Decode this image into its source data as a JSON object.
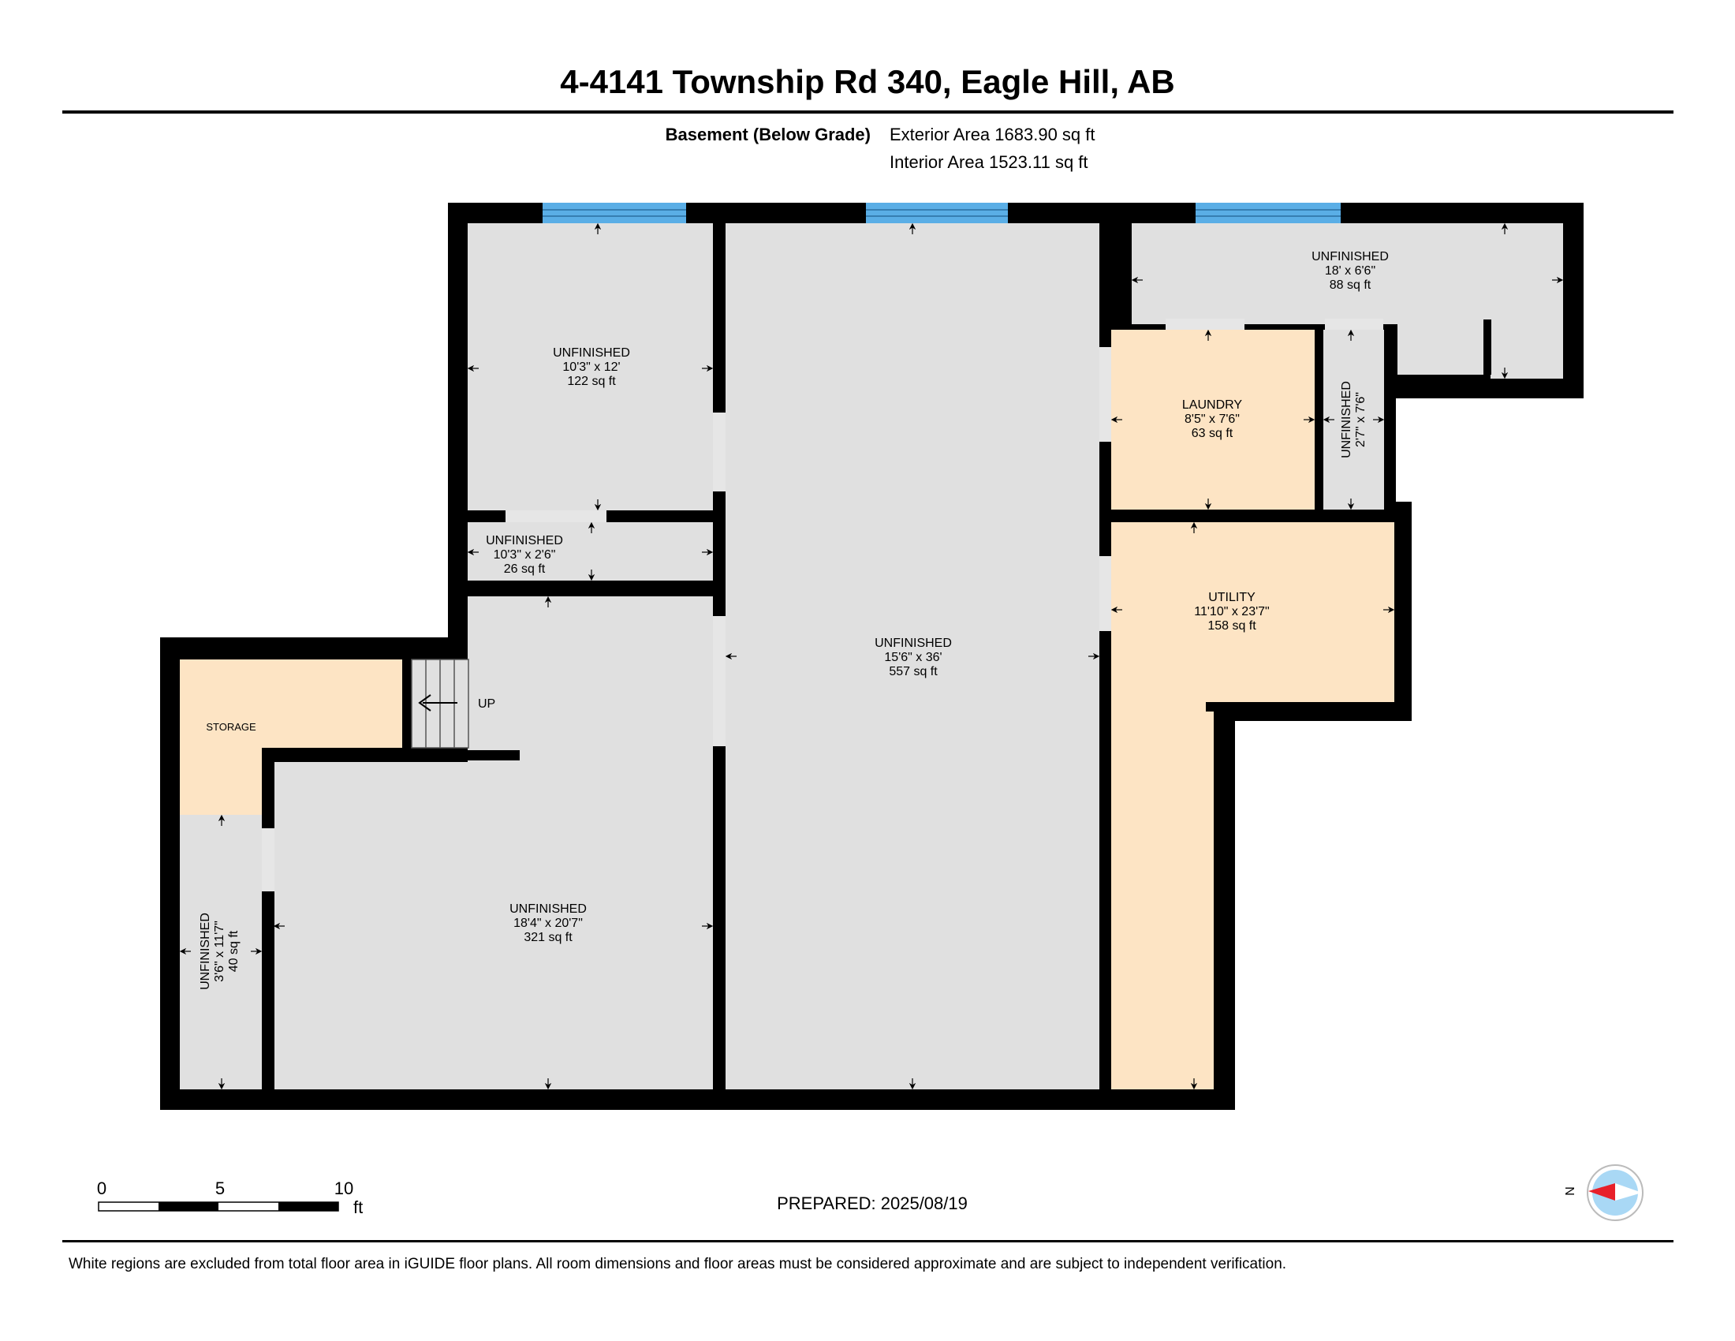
{
  "header": {
    "title": "4-4141 Township Rd 340, Eagle Hill, AB",
    "floor_label": "Basement (Below Grade)",
    "exterior_area": "Exterior Area 1683.90 sq ft",
    "interior_area": "Interior Area 1523.11 sq ft"
  },
  "rooms": {
    "unf_top_left": {
      "name": "UNFINISHED",
      "dims": "10'3\" x 12'",
      "area": "122 sq ft"
    },
    "unf_small": {
      "name": "UNFINISHED",
      "dims": "10'3\" x 2'6\"",
      "area": "26 sq ft"
    },
    "unf_center": {
      "name": "UNFINISHED",
      "dims": "15'6\" x 36'",
      "area": "557 sq ft"
    },
    "unf_top_right": {
      "name": "UNFINISHED",
      "dims": "18' x 6'6\"",
      "area": "88 sq ft"
    },
    "laundry": {
      "name": "LAUNDRY",
      "dims": "8'5\" x 7'6\"",
      "area": "63 sq ft"
    },
    "unf_narrow": {
      "name": "UNFINISHED",
      "dims": "2'7\" x 7'6\""
    },
    "utility": {
      "name": "UTILITY",
      "dims": "11'10\" x 23'7\"",
      "area": "158 sq ft"
    },
    "storage": {
      "name": "STORAGE"
    },
    "stairs": {
      "label": "UP"
    },
    "unf_bottom_left": {
      "name": "UNFINISHED",
      "dims": "18'4\" x 20'7\"",
      "area": "321 sq ft"
    },
    "unf_left_strip": {
      "name": "UNFINISHED",
      "dims": "3'6\" x 11'7\"",
      "area": "40 sq ft"
    }
  },
  "scale_bar": {
    "ticks": [
      "0",
      "5",
      "10"
    ],
    "unit": "ft"
  },
  "prepared": "PREPARED: 2025/08/19",
  "compass": {
    "label": "N"
  },
  "footer": "White regions are excluded from total floor area in iGUIDE floor plans. All room dimensions and floor areas must be considered approximate and are subject to independent verification.",
  "colors": {
    "wall": "#000000",
    "unfinished": "#e0e0e0",
    "finished": "#fde4c4",
    "window": "#5aaee6",
    "compass_north": "#e8202a",
    "compass_disc": "#a9d8f5"
  }
}
